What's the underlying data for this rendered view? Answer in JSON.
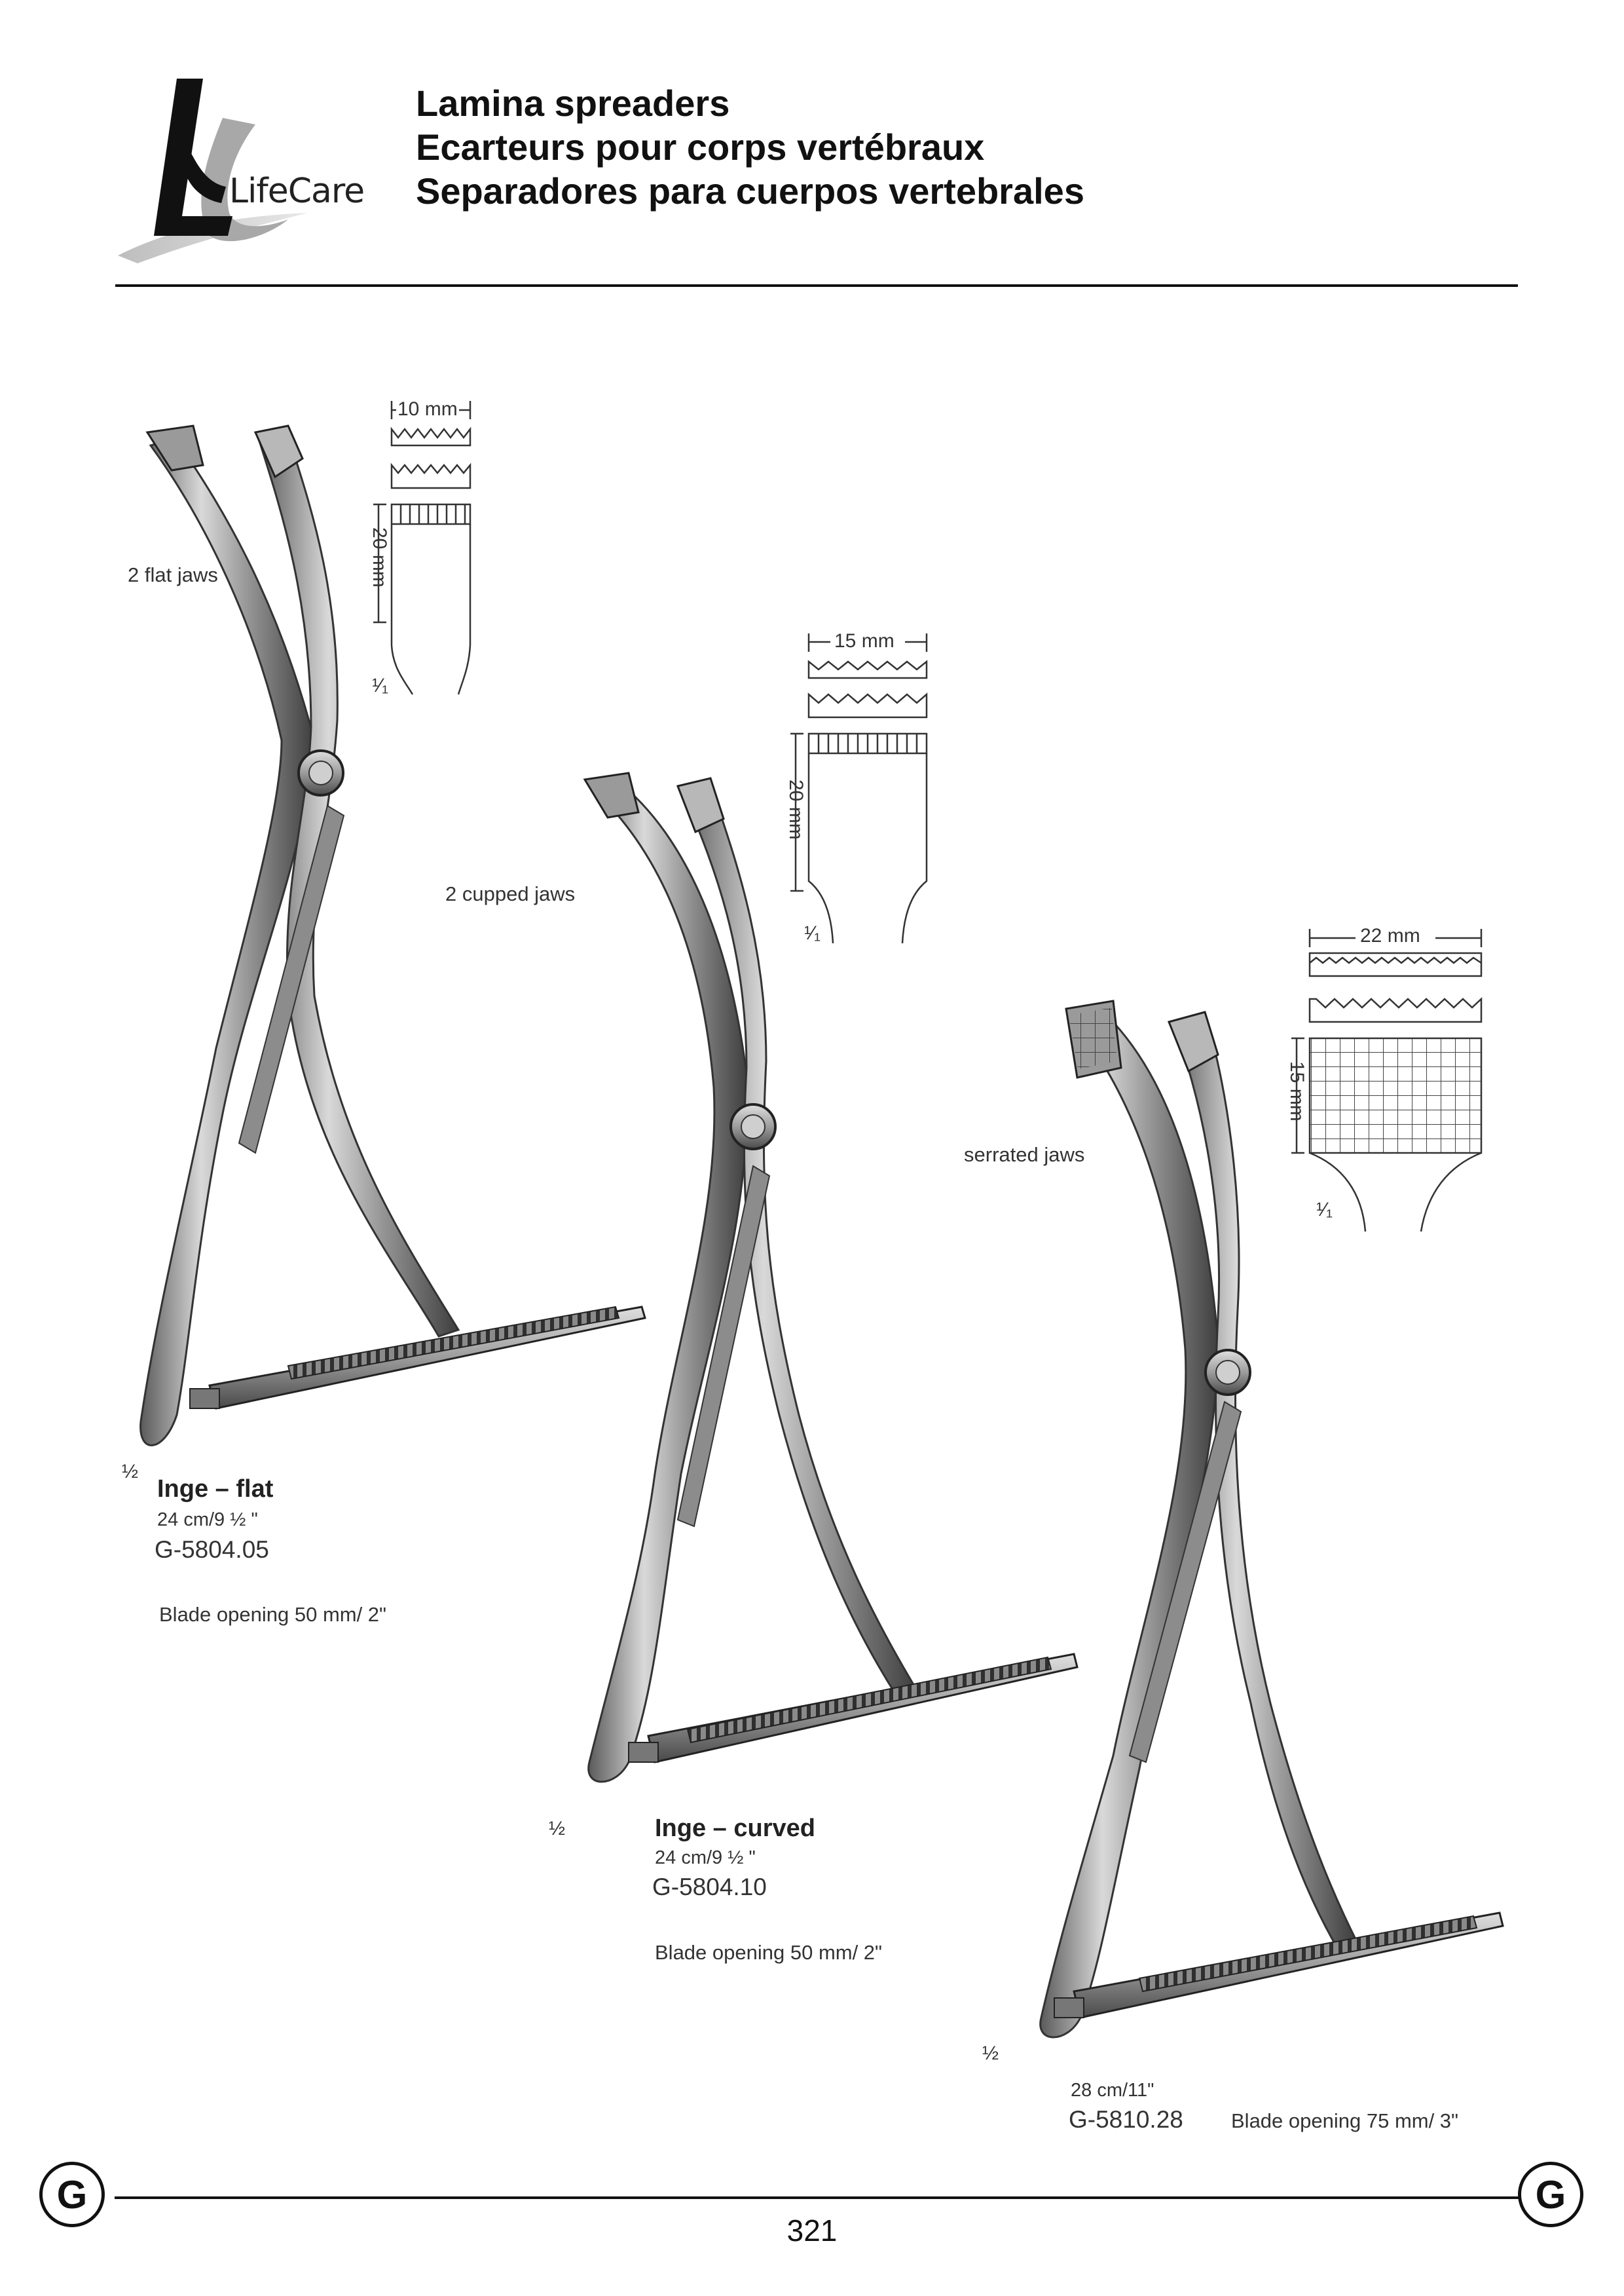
{
  "header": {
    "logo_text": "LifeCare",
    "titles": [
      "Lamina spreaders",
      "Ecarteurs pour corps vertébraux",
      "Separadores para cuerpos vertebrales"
    ]
  },
  "products": [
    {
      "jaw_label": "2 flat jaws",
      "scale_main": "½",
      "scale_detail": "¹⁄₁",
      "width_dim": "10 mm",
      "depth_dim": "20 mm",
      "name": "Inge – flat",
      "size": "24 cm/9 ½ \"",
      "code_prefix": "G",
      "code": "-5804.05",
      "blade_opening": "Blade opening 50 mm/ 2\""
    },
    {
      "jaw_label": "2 cupped jaws",
      "scale_main": "½",
      "scale_detail": "¹⁄₁",
      "width_dim": "15 mm",
      "depth_dim": "20 mm",
      "name": "Inge – curved",
      "size": "24 cm/9 ½ \"",
      "code_prefix": "G",
      "code": "-5804.10",
      "blade_opening": "Blade opening 50 mm/ 2\""
    },
    {
      "jaw_label": "serrated jaws",
      "scale_main": "½",
      "scale_detail": "¹⁄₁",
      "width_dim": "22 mm",
      "depth_dim": "15 mm",
      "name": "",
      "size": "28 cm/11\"",
      "code_prefix": "G",
      "code": "-5810.28",
      "blade_opening": "Blade opening 75 mm/ 3\""
    }
  ],
  "footer": {
    "section_letter": "G",
    "page_number": "321"
  }
}
